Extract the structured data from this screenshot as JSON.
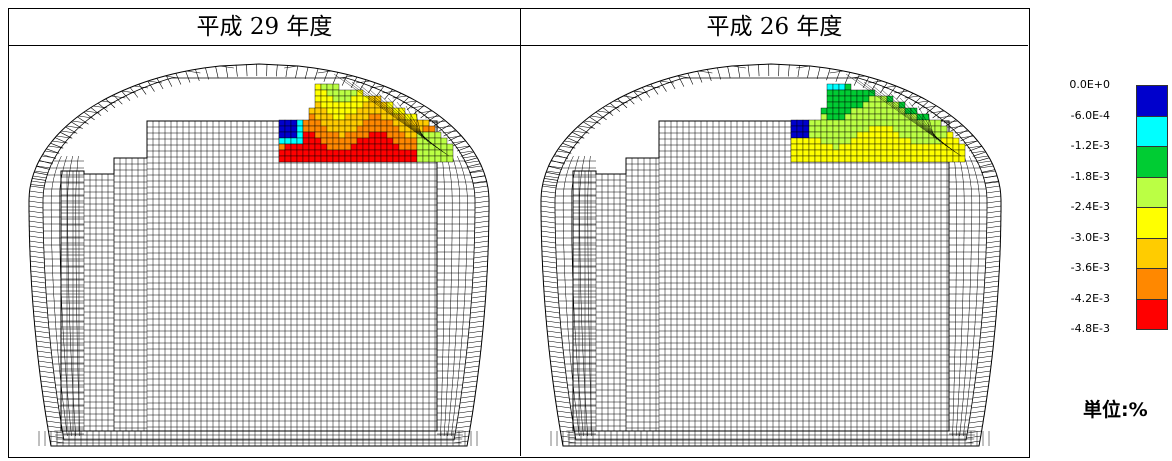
{
  "panels": [
    {
      "title": "平成 29 年度",
      "variant": "h29"
    },
    {
      "title": "平成 26 年度",
      "variant": "h26"
    }
  ],
  "legend": {
    "labels": [
      "0.0E+0",
      "-6.0E-4",
      "-1.2E-3",
      "-1.8E-3",
      "-2.4E-3",
      "-3.0E-3",
      "-3.6E-3",
      "-4.2E-3",
      "-4.8E-3"
    ],
    "colors": [
      "#0000cc",
      "#00ffff",
      "#00cc33",
      "#bbff44",
      "#ffff00",
      "#ffcc00",
      "#ff8800",
      "#ff0000"
    ],
    "unit": "単位:%"
  }
}
